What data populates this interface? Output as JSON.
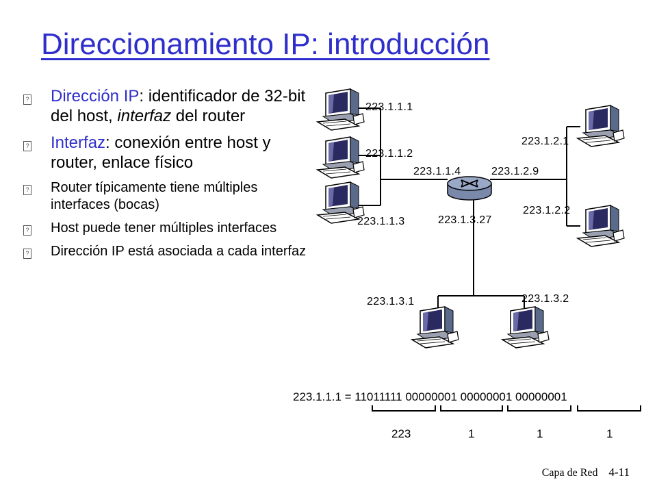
{
  "title": "Direccionamiento IP: introducción",
  "bullets": {
    "b1": {
      "term": "Dirección IP",
      "rest_a": ": identificador de 32-bit del host, ",
      "em": "interfaz",
      "rest_b": " del router"
    },
    "b2": {
      "term": "Interfaz",
      "rest": ": conexión entre host y router, enlace físico"
    },
    "b3": "Router típicamente tiene múltiples interfaces (bocas)",
    "b4": "Host puede tener múltiples interfaces",
    "b5": "Dirección IP está asociada a cada interfaz"
  },
  "addresses": {
    "h111": "223.1.1.1",
    "h112": "223.1.1.2",
    "h113": "223.1.1.3",
    "r114": "223.1.1.4",
    "r129": "223.1.2.9",
    "h121": "223.1.2.1",
    "h122": "223.1.2.2",
    "r1327": "223.1.3.27",
    "h131": "223.1.3.1",
    "h132": "223.1.3.2"
  },
  "binary": {
    "equation": "223.1.1.1 = 11011111 00000001 00000001 00000001",
    "d1": "223",
    "d2": "1",
    "d3": "1",
    "d4": "1"
  },
  "footer": {
    "chapter": "Capa de Red",
    "page": "4-11"
  },
  "colors": {
    "accent": "#2e2ecc",
    "router": "#9aa8c8",
    "monitor": "#5a6a8a",
    "screen": "#2a2a60"
  },
  "icons": [
    "host-computer-icon",
    "router-icon"
  ]
}
